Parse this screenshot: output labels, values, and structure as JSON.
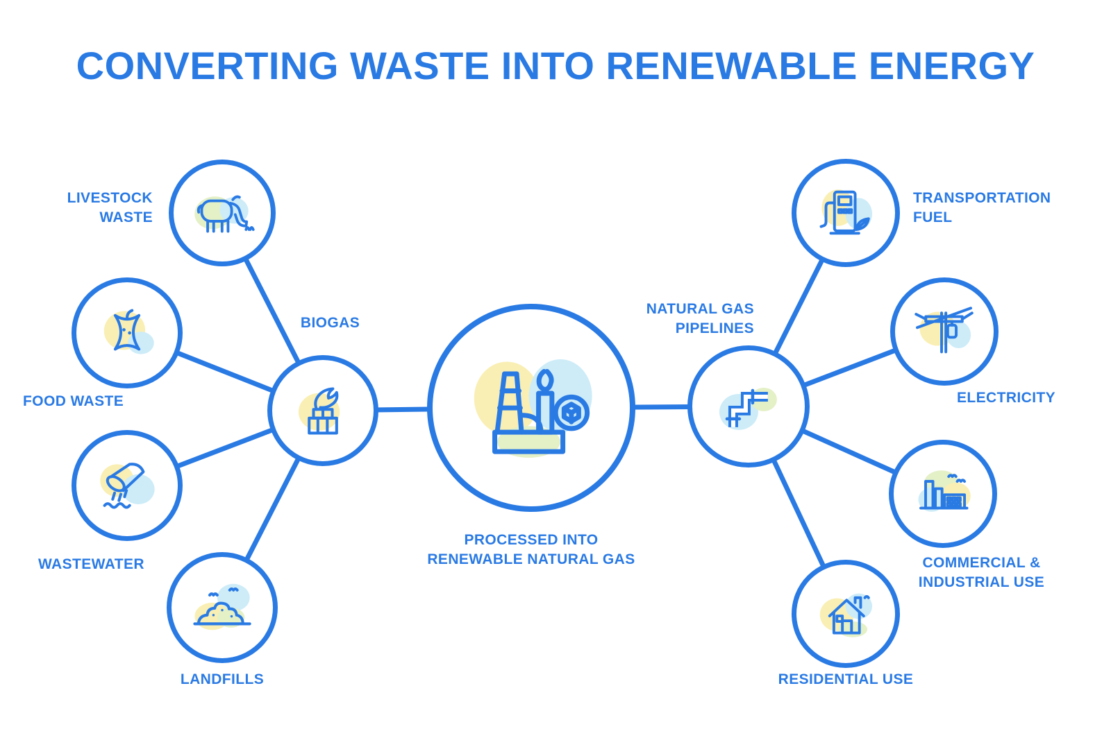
{
  "title": "CONVERTING WASTE INTO RENEWABLE ENERGY",
  "colors": {
    "primary_blue": "#2a7ae4",
    "accent_light_blue": "#cdecf8",
    "accent_yellow": "#f9efb4",
    "accent_green": "#e4f0c6",
    "background": "#ffffff"
  },
  "nodes": {
    "livestock": {
      "label": "LIVESTOCK WASTE",
      "icon": "cow-icon"
    },
    "food": {
      "label": "FOOD WASTE",
      "icon": "apple-core-icon"
    },
    "wastewater": {
      "label": "WASTEWATER",
      "icon": "drain-pipe-icon"
    },
    "landfills": {
      "label": "LANDFILLS",
      "icon": "landfill-mound-icon"
    },
    "biogas": {
      "label": "BIOGAS",
      "icon": "biogas-flame-icon"
    },
    "central": {
      "label": "PROCESSED INTO RENEWABLE NATURAL GAS",
      "icon": "gas-plant-icon"
    },
    "pipelines": {
      "label": "NATURAL GAS PIPELINES",
      "icon": "pipeline-icon"
    },
    "transport": {
      "label": "TRANSPORTATION FUEL",
      "icon": "fuel-pump-icon"
    },
    "electricity": {
      "label": "ELECTRICITY",
      "icon": "power-pole-icon"
    },
    "commercial": {
      "label": "COMMERCIAL & INDUSTRIAL USE",
      "icon": "factory-icon"
    },
    "residential": {
      "label": "RESIDENTIAL USE",
      "icon": "house-icon"
    }
  },
  "edges": [
    [
      "livestock",
      "biogas"
    ],
    [
      "food",
      "biogas"
    ],
    [
      "wastewater",
      "biogas"
    ],
    [
      "landfills",
      "biogas"
    ],
    [
      "biogas",
      "central"
    ],
    [
      "central",
      "pipelines"
    ],
    [
      "pipelines",
      "transport"
    ],
    [
      "pipelines",
      "electricity"
    ],
    [
      "pipelines",
      "commercial"
    ],
    [
      "pipelines",
      "residential"
    ]
  ]
}
